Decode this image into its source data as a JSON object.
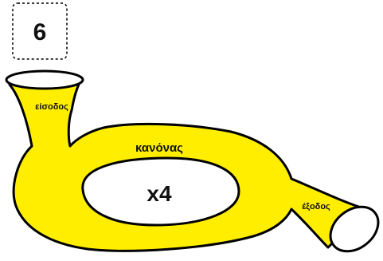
{
  "step_number": "6",
  "labels": {
    "input": "είσοδος",
    "rule": "κανόνας",
    "output": "έξοδος",
    "operation": "x4"
  },
  "colors": {
    "machine_fill": "#ffee00",
    "outline": "#000000",
    "opening_fill": "#ffffff"
  }
}
